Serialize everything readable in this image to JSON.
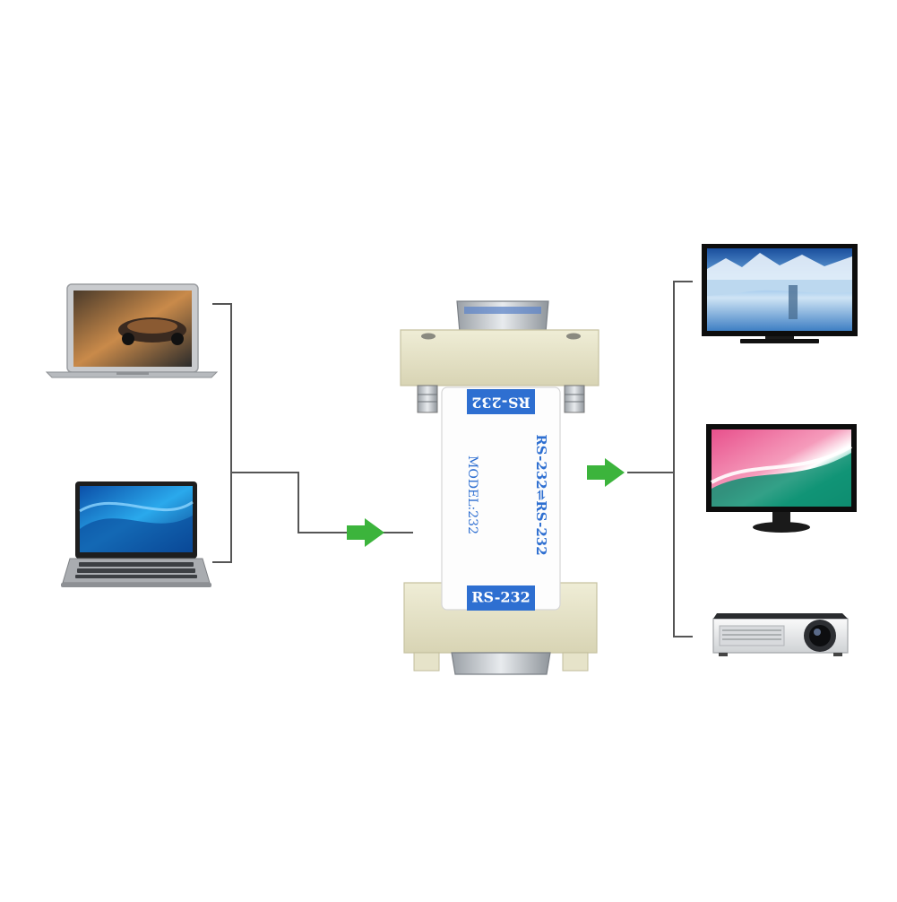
{
  "labels": {
    "top_tab": "RS-232",
    "bottom_tab": "RS-232",
    "model": "MODEL:232",
    "side_text": "RS-232⇌RS-232"
  },
  "colors": {
    "arrow": "#3cb43c",
    "label_blue": "#2e6fd1",
    "connector_beige": "#e9e6cc",
    "line": "#555555",
    "white": "#ffffff"
  },
  "inputs": [
    {
      "name": "laptop-mac",
      "icon": "laptop-icon"
    },
    {
      "name": "laptop-pc",
      "icon": "laptop-icon"
    }
  ],
  "outputs": [
    {
      "name": "tv-monitor",
      "icon": "tv-icon"
    },
    {
      "name": "lcd-monitor",
      "icon": "monitor-icon"
    },
    {
      "name": "projector",
      "icon": "projector-icon"
    }
  ]
}
